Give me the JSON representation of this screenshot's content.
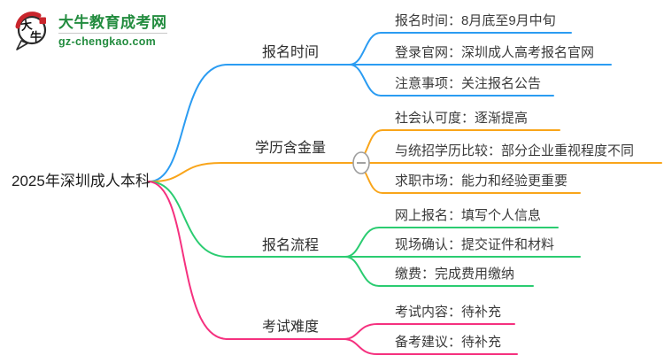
{
  "logo": {
    "icon_text_top": "大",
    "icon_text_bottom": "牛",
    "site_name": "大牛教育成考网",
    "site_domain": "gz-chengkao.com",
    "brand_green": "#238c3f",
    "brand_red": "#c9252c"
  },
  "root": {
    "label": "2025年深圳成人本科"
  },
  "branches": [
    {
      "label": "报名时间",
      "color": "#2b9cf2",
      "leaves": [
        {
          "text": "报名时间：8月底至9月中旬"
        },
        {
          "text": "登录官网：深圳成人高考报名官网"
        },
        {
          "text": "注意事项：关注报名公告"
        }
      ]
    },
    {
      "label": "学历含金量",
      "color": "#f9a51a",
      "collapse_symbol": "−",
      "leaves": [
        {
          "text": "社会认可度：逐渐提高"
        },
        {
          "text": "与统招学历比较：部分企业重视程度不同"
        },
        {
          "text": "求职市场：能力和经验更重要"
        }
      ]
    },
    {
      "label": "报名流程",
      "color": "#2bcc71",
      "leaves": [
        {
          "text": "网上报名：填写个人信息"
        },
        {
          "text": "现场确认：提交证件和材料"
        },
        {
          "text": "缴费：完成费用缴纳"
        }
      ]
    },
    {
      "label": "考试难度",
      "color": "#f5317f",
      "leaves": [
        {
          "text": "考试内容：待补充"
        },
        {
          "text": "备考建议：待补充"
        }
      ]
    }
  ]
}
